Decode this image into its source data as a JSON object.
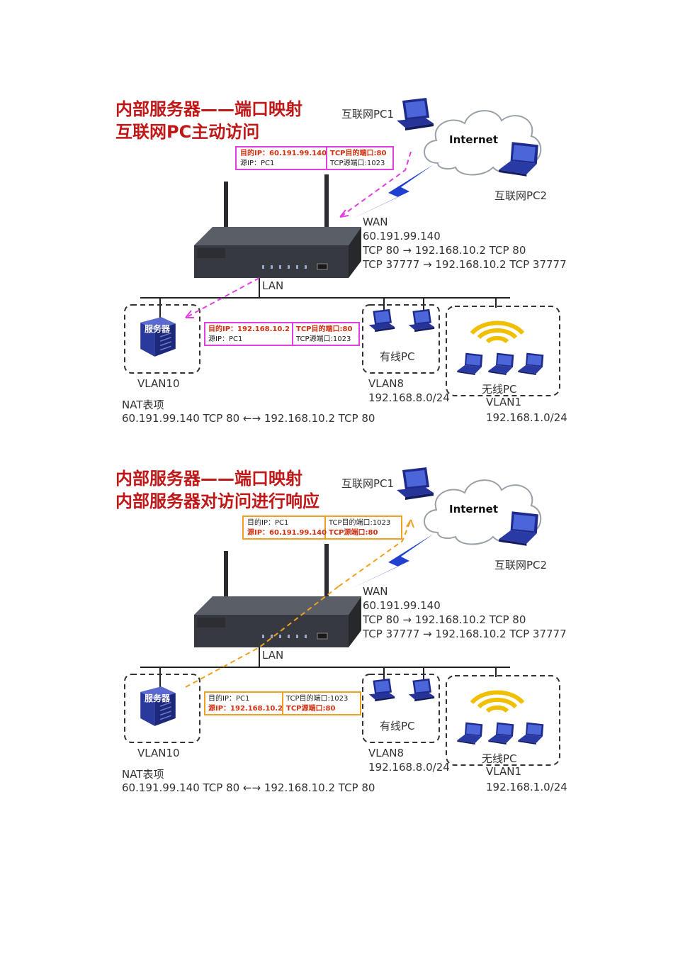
{
  "colors": {
    "title": "#c01818",
    "magenta_flow": "#e040e0",
    "orange_flow": "#f0a020",
    "highlight": "#d03010",
    "lightning": "#2040d0"
  },
  "panels": [
    {
      "title_line1": "内部服务器——端口映射",
      "title_line2": "互联网PC主动访问",
      "labels": {
        "pc1": "互联网PC1",
        "internet": "Internet",
        "pc2": "互联网PC2",
        "wan": "WAN",
        "wan_ip": "60.191.99.140",
        "map1": "TCP 80 → 192.168.10.2 TCP 80",
        "map2": "TCP 37777 → 192.168.10.2 TCP 37777",
        "lan": "LAN",
        "server": "服务器",
        "vlan10": "VLAN10",
        "wired_pc": "有线PC",
        "vlan8": "VLAN8",
        "vlan8_subnet": "192.168.8.0/24",
        "wireless_pc": "无线PC",
        "vlan1": "VLAN1",
        "vlan1_subnet": "192.168.1.0/24",
        "nat_title": "NAT表项",
        "nat_entry": "60.191.99.140 TCP 80 ←→ 192.168.10.2 TCP 80"
      },
      "packet_top": {
        "l1": "目的IP：60.191.99.140",
        "l2": "源IP：PC1",
        "r1": "TCP目的端口:80",
        "r2": "TCP源端口:1023"
      },
      "packet_bottom": {
        "l1": "目的IP：192.168.10.2",
        "l2": "源IP：PC1",
        "r1": "TCP目的端口:80",
        "r2": "TCP源端口:1023"
      }
    },
    {
      "title_line1": "内部服务器——端口映射",
      "title_line2": "内部服务器对访问进行响应",
      "labels": {
        "pc1": "互联网PC1",
        "internet": "Internet",
        "pc2": "互联网PC2",
        "wan": "WAN",
        "wan_ip": "60.191.99.140",
        "map1": "TCP 80 → 192.168.10.2 TCP 80",
        "map2": "TCP 37777 → 192.168.10.2 TCP 37777",
        "lan": "LAN",
        "server": "服务器",
        "vlan10": "VLAN10",
        "wired_pc": "有线PC",
        "vlan8": "VLAN8",
        "vlan8_subnet": "192.168.8.0/24",
        "wireless_pc": "无线PC",
        "vlan1": "VLAN1",
        "vlan1_subnet": "192.168.1.0/24",
        "nat_title": "NAT表项",
        "nat_entry": "60.191.99.140 TCP 80 ←→ 192.168.10.2 TCP 80"
      },
      "packet_top": {
        "l1": "目的IP：PC1",
        "l2": "源IP：60.191.99.140",
        "r1": "TCP目的端口:1023",
        "r2": "TCP源端口:80"
      },
      "packet_bottom": {
        "l1": "目的IP：PC1",
        "l2": "源IP：192.168.10.2",
        "r1": "TCP目的端口:1023",
        "r2": "TCP源端口:80"
      }
    }
  ]
}
